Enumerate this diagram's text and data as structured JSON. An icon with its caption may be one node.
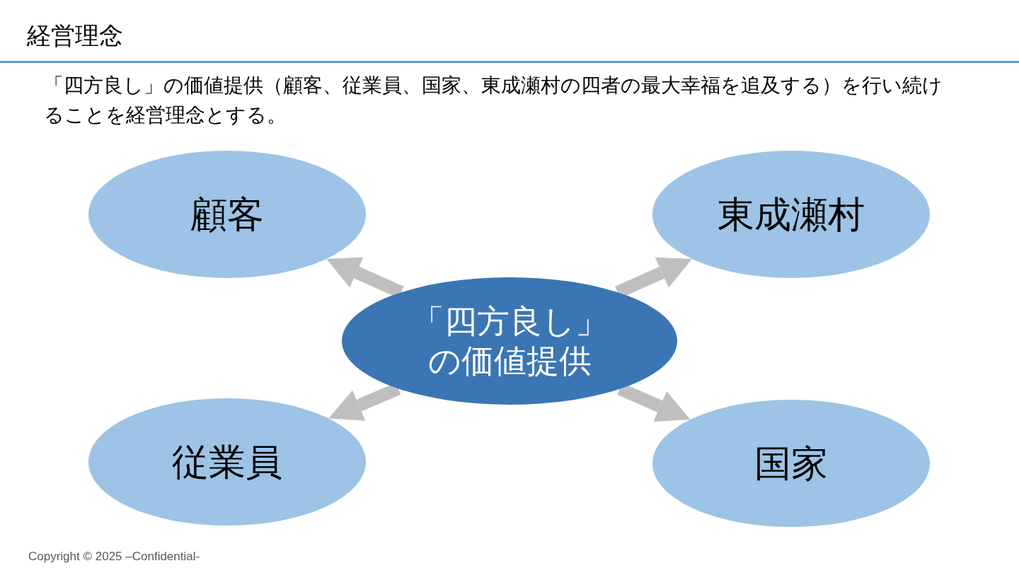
{
  "diagram": {
    "title": "経営理念",
    "nodes": [
      {
        "text": [
          "「四方良し」の価値提供"
        ]
      },
      {
        "text": [
          "顧客"
        ]
      },
      {
        "text": [
          "東成瀬村"
        ]
      },
      {
        "text": [
          "従業員"
        ]
      },
      {
        "text": [
          "国家"
        ]
      }
    ],
    "edges": [
      {
        "from": 0,
        "to": 1,
        "arrow": "to"
      },
      {
        "from": 0,
        "to": 2,
        "arrow": "to"
      },
      {
        "from": 0,
        "to": 3,
        "arrow": "to"
      },
      {
        "from": 0,
        "to": 4,
        "arrow": "to"
      }
    ],
    "labels": [
      "「四方良し」の価値提供（顧客、従業員、国家、東成瀬村の四者の最大幸福を追及する）を行い続けることを経営理念とする。",
      "Copyright © 2025 –Confidential-"
    ]
  }
}
